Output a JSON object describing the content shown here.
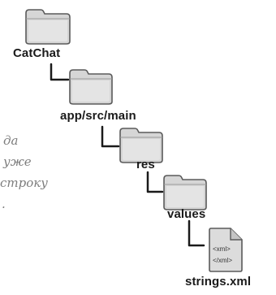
{
  "tree": {
    "nodes": [
      {
        "id": "catchat",
        "label": "CatChat",
        "icon": "folder-icon"
      },
      {
        "id": "app-src-main",
        "label": "app/src/main",
        "icon": "folder-icon"
      },
      {
        "id": "res",
        "label": "res",
        "icon": "folder-icon"
      },
      {
        "id": "values",
        "label": "values",
        "icon": "folder-icon"
      },
      {
        "id": "strings-xml",
        "label": "strings.xml",
        "icon": "xml-file-icon"
      }
    ],
    "file_icon_text": {
      "line1": "<xml>",
      "line2": "</xml>"
    }
  },
  "note": {
    "line1": "да",
    "line2": "уже",
    "line3": "строку",
    "line4": "."
  },
  "colors": {
    "folder_fill": "#d6d6d6",
    "folder_stroke": "#5a5a5a",
    "connector": "#1a1a1a",
    "note_text": "#7d7d7d"
  }
}
